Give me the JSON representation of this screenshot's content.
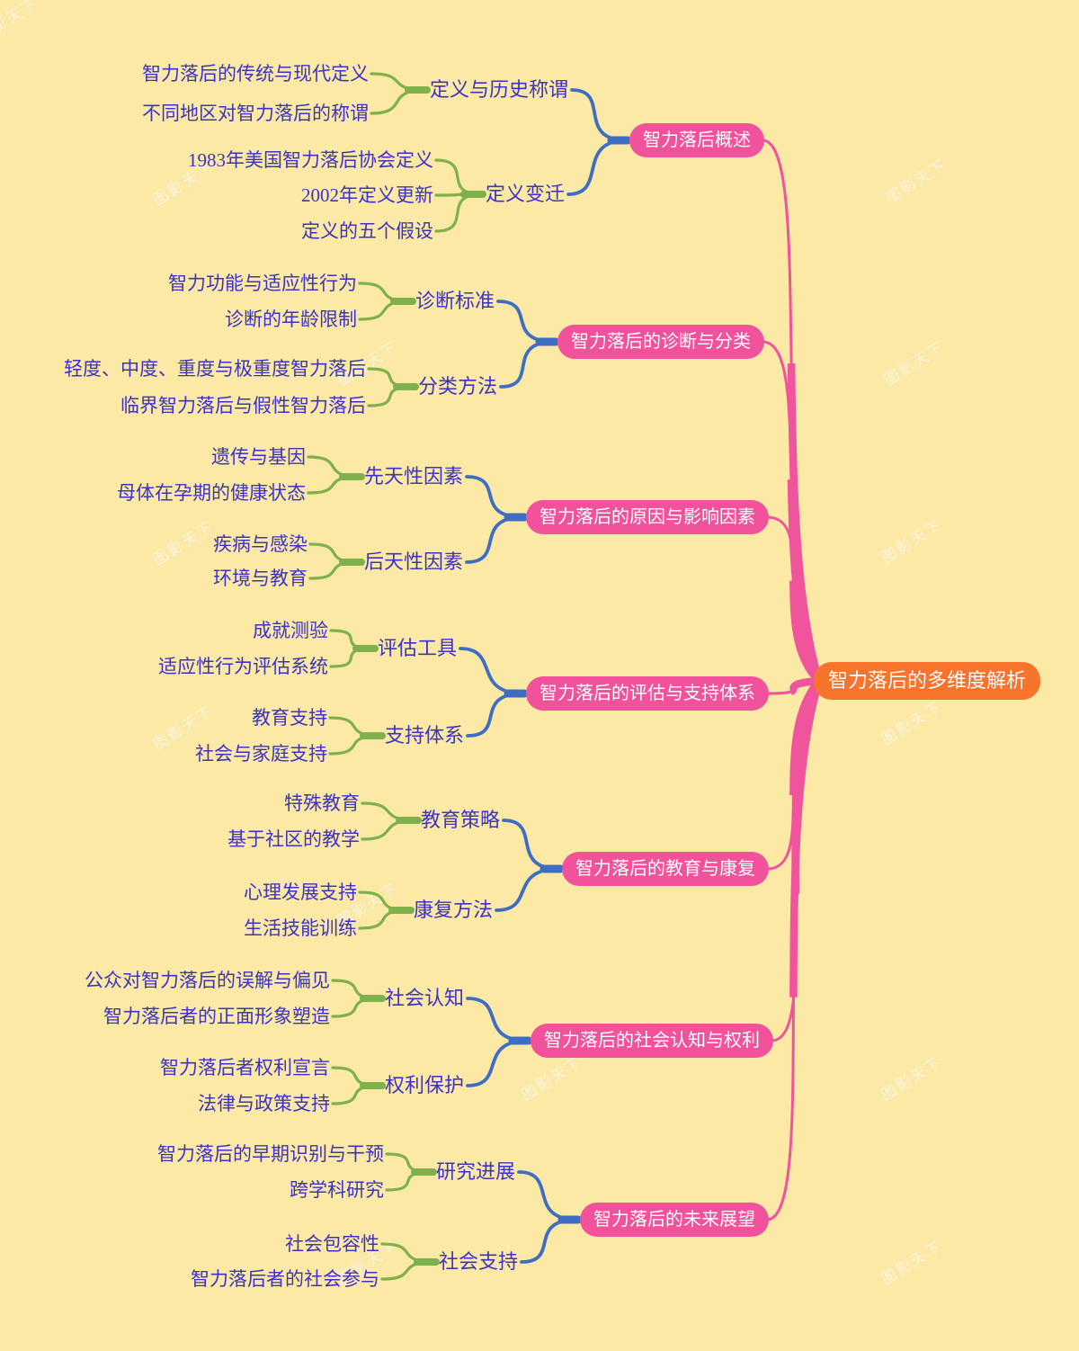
{
  "watermark": "图影天下",
  "colors": {
    "background": "#fbe9a5",
    "root_fill": "#f8732b",
    "branch_fill": "#f2519c",
    "link_pink": "#f0549d",
    "link_blue": "#3e6ec4",
    "link_green": "#7eb14b",
    "label_text": "#3c33c6",
    "node_text": "#ffffff"
  },
  "tree": {
    "root": {
      "label": "智力落后的多维度解析"
    },
    "branches": [
      {
        "label": "智力落后概述",
        "children": [
          {
            "label": "定义与历史称谓",
            "leaves": [
              "智力落后的传统与现代定义",
              "不同地区对智力落后的称谓"
            ]
          },
          {
            "label": "定义变迁",
            "leaves": [
              "1983年美国智力落后协会定义",
              "2002年定义更新",
              "定义的五个假设"
            ]
          }
        ]
      },
      {
        "label": "智力落后的诊断与分类",
        "children": [
          {
            "label": "诊断标准",
            "leaves": [
              "智力功能与适应性行为",
              "诊断的年龄限制"
            ]
          },
          {
            "label": "分类方法",
            "leaves": [
              "轻度、中度、重度与极重度智力落后",
              "临界智力落后与假性智力落后"
            ]
          }
        ]
      },
      {
        "label": "智力落后的原因与影响因素",
        "children": [
          {
            "label": "先天性因素",
            "leaves": [
              "遗传与基因",
              "母体在孕期的健康状态"
            ]
          },
          {
            "label": "后天性因素",
            "leaves": [
              "疾病与感染",
              "环境与教育"
            ]
          }
        ]
      },
      {
        "label": "智力落后的评估与支持体系",
        "children": [
          {
            "label": "评估工具",
            "leaves": [
              "成就测验",
              "适应性行为评估系统"
            ]
          },
          {
            "label": "支持体系",
            "leaves": [
              "教育支持",
              "社会与家庭支持"
            ]
          }
        ]
      },
      {
        "label": "智力落后的教育与康复",
        "children": [
          {
            "label": "教育策略",
            "leaves": [
              "特殊教育",
              "基于社区的教学"
            ]
          },
          {
            "label": "康复方法",
            "leaves": [
              "心理发展支持",
              "生活技能训练"
            ]
          }
        ]
      },
      {
        "label": "智力落后的社会认知与权利",
        "children": [
          {
            "label": "社会认知",
            "leaves": [
              "公众对智力落后的误解与偏见",
              "智力落后者的正面形象塑造"
            ]
          },
          {
            "label": "权利保护",
            "leaves": [
              "智力落后者权利宣言",
              "法律与政策支持"
            ]
          }
        ]
      },
      {
        "label": "智力落后的未来展望",
        "children": [
          {
            "label": "研究进展",
            "leaves": [
              "智力落后的早期识别与干预",
              "跨学科研究"
            ]
          },
          {
            "label": "社会支持",
            "leaves": [
              "社会包容性",
              "智力落后者的社会参与"
            ]
          }
        ]
      }
    ]
  }
}
